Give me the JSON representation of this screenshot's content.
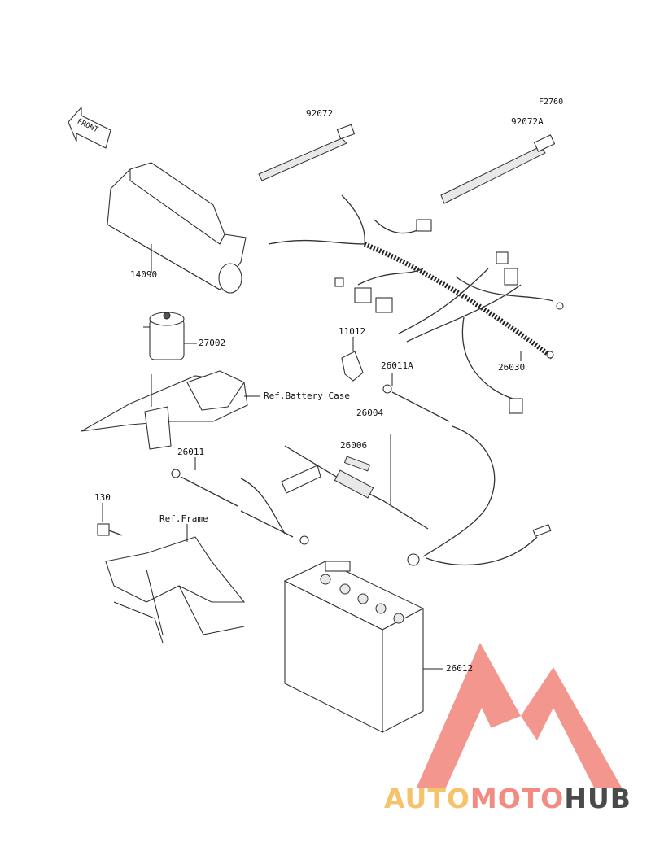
{
  "figure_code": "F2760",
  "front_arrow_text": "FRONT",
  "parts": {
    "p92072": "92072",
    "p92072A": "92072A",
    "p14090": "14090",
    "p27002": "27002",
    "p11012": "11012",
    "p26011A": "26011A",
    "p26030": "26030",
    "p26004": "26004",
    "p26006": "26006",
    "p26011": "26011",
    "p130": "130",
    "p26012": "26012"
  },
  "refs": {
    "battery_case": "Ref.Battery Case",
    "frame": "Ref.Frame"
  },
  "watermark": {
    "part1": "AUTO",
    "part2": "MOTO",
    "part3": "HUB",
    "color_primary": "#f28b82",
    "color_secondary": "#f5c36a",
    "color_dark": "#4a4a4a"
  }
}
